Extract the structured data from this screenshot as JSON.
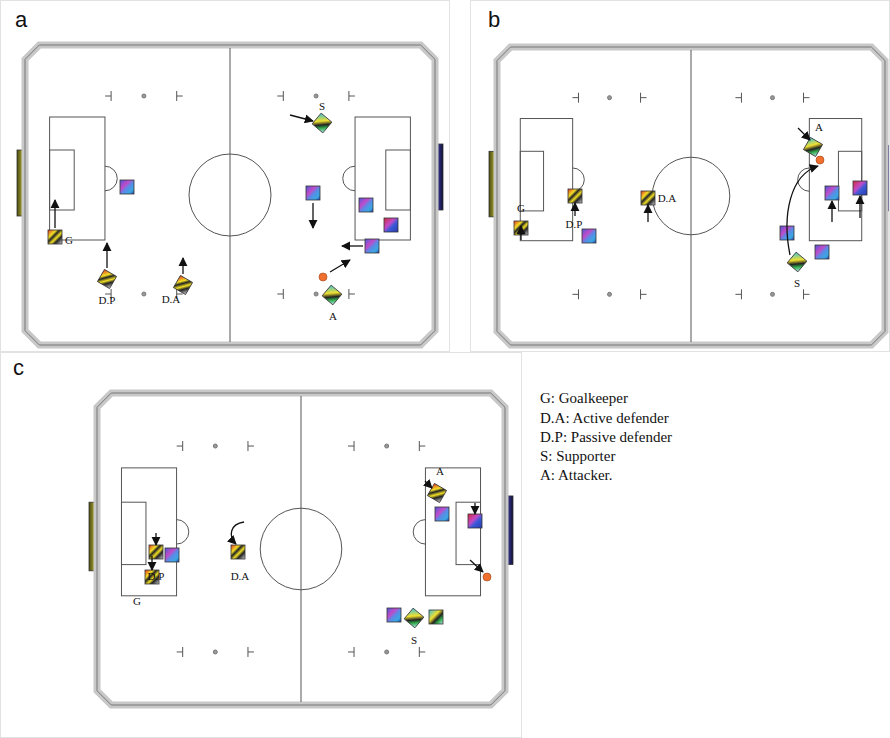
{
  "diagram": {
    "nodes": [
      {
        "text": [
          "a"
        ]
      },
      {
        "text": [
          "b"
        ]
      },
      {
        "text": [
          "c"
        ]
      }
    ],
    "labels": [
      "S",
      "G",
      "D.P",
      "D.A",
      "A",
      "A",
      "G",
      "D.P",
      "D.A",
      "S",
      "A",
      "G",
      "D.P",
      "D.A",
      "S",
      "G: Goalkeeper",
      "D.A: Active defender",
      "D.P: Passive defender",
      "S: Supporter",
      "A: Attacker."
    ]
  }
}
